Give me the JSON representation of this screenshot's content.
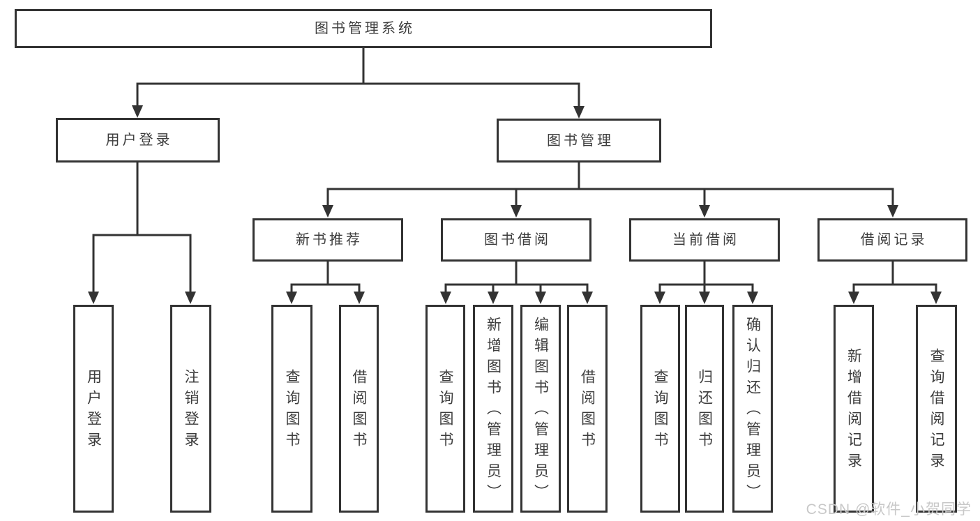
{
  "diagram": {
    "root": "图书管理系统",
    "level1": {
      "user_login": "用户登录",
      "book_management": "图书管理"
    },
    "user_login_children": [
      "用户登录",
      "注销登录"
    ],
    "book_management_children": [
      "新书推荐",
      "图书借阅",
      "当前借阅",
      "借阅记录"
    ],
    "new_book_recommend_children": [
      "查询图书",
      "借阅图书"
    ],
    "book_borrow_children": [
      "查询图书",
      "新增图书（管理员）",
      "编辑图书（管理员）",
      "借阅图书"
    ],
    "current_borrow_children": [
      "查询图书",
      "归还图书",
      "确认归还（管理员）"
    ],
    "borrow_record_children": [
      "新增借阅记录",
      "查询借阅记录"
    ]
  },
  "watermark": "CSDN @软件_小贺同学",
  "colors": {
    "line": "#333333",
    "text": "#3d3d3d",
    "watermark": "#c8c8c8",
    "background": "#ffffff"
  }
}
